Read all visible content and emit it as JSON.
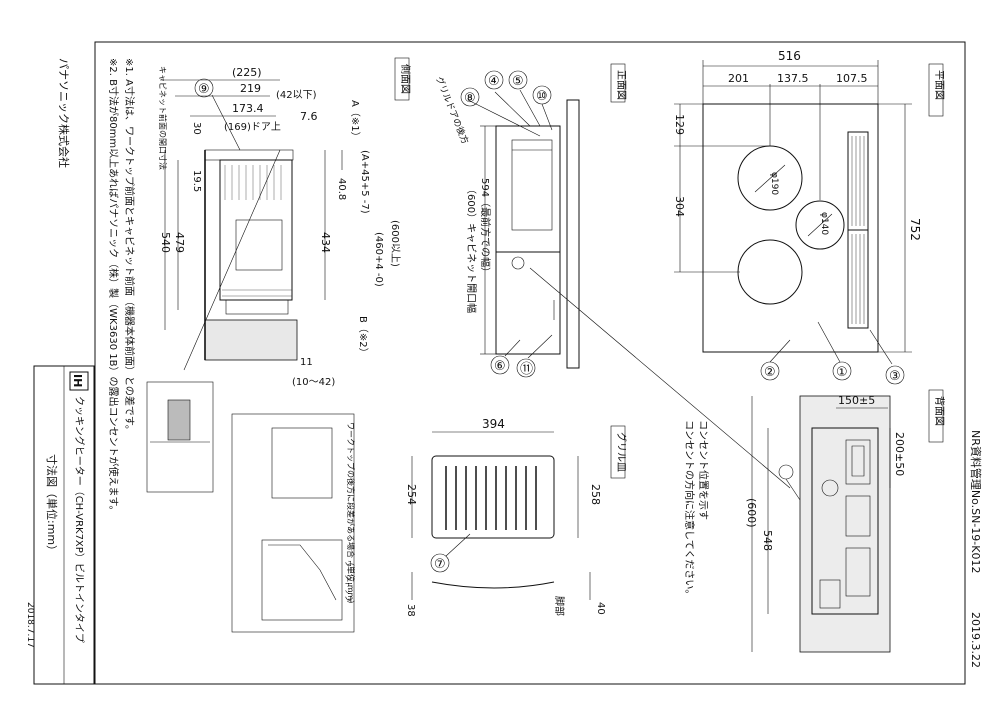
{
  "header": {
    "doc_number": "NR資料管理No.SN-19-K012",
    "date": "2019.3.22"
  },
  "views": {
    "plan": "平面図",
    "front": "正面図",
    "side": "側面図",
    "back": "背面図",
    "grill": "グリル皿"
  },
  "plan_dims": {
    "overall_width": "516",
    "w201": "201",
    "w137": "137.5",
    "w107": "107.5",
    "depth": "752",
    "d129": "129",
    "d304": "304",
    "burner_a": "φ190",
    "burner_b": "φ140"
  },
  "front_dims": {
    "depth": "594（最前方での幅）",
    "cabinet": "（600）キャビネット開口幅",
    "grill_door_note": "グリルドアの後方"
  },
  "side_dims": {
    "d225": "(225)",
    "d219": "219",
    "d173": "173.4",
    "d169": "(169)ドア上",
    "d42": "(42以下)",
    "d7": "7.6",
    "d30": "30",
    "d195": "19.5",
    "d540": "540",
    "d479": "479",
    "d434": "434",
    "d408": "40.8",
    "d11": "11",
    "d10_42": "(10～42)",
    "a_note": "A（※1）",
    "b_note": "B（※2）",
    "a_formula": "(A+45+5 -7)",
    "h460": "(460+4 -0)",
    "h600": "(600以上)",
    "cabinet_front": "キャビネット前面の開口寸法"
  },
  "notes": {
    "n1": "※1. A寸法は、ワークトップ前面とキャビネット前面（機器本体前面）との差です。",
    "n2": "※2. B寸法が80mm以上あればパナソニック（株）製（WK3630 1B）の露出コンセントが使えます。",
    "maker": "パナソニック株式会社",
    "worktop_note": "ワークトップの後方に段差がある場合（単位:mm）",
    "worktop_small": "ワークトップ"
  },
  "back_dims": {
    "d150": "150±5",
    "d200": "200±50",
    "d548": "548",
    "d600": "(600)",
    "outlet_note1": "コンセント位置を示す",
    "outlet_note2": "コンセントの方向に注意してください。"
  },
  "grill_dims": {
    "w394": "394",
    "d254": "254",
    "d258": "258",
    "h38": "38",
    "h40": "40",
    "part": "脚部"
  },
  "callouts": [
    "①",
    "②",
    "③",
    "④",
    "⑤",
    "⑥",
    "⑦",
    "⑧",
    "⑨",
    "⑩",
    "⑪"
  ],
  "title_block": {
    "ih": "IH",
    "product": "クッキングヒーター（CH-VRK7XP）ビルトインタイプ",
    "title": "寸法図（単位:mm）",
    "date": "2018.7.17"
  }
}
